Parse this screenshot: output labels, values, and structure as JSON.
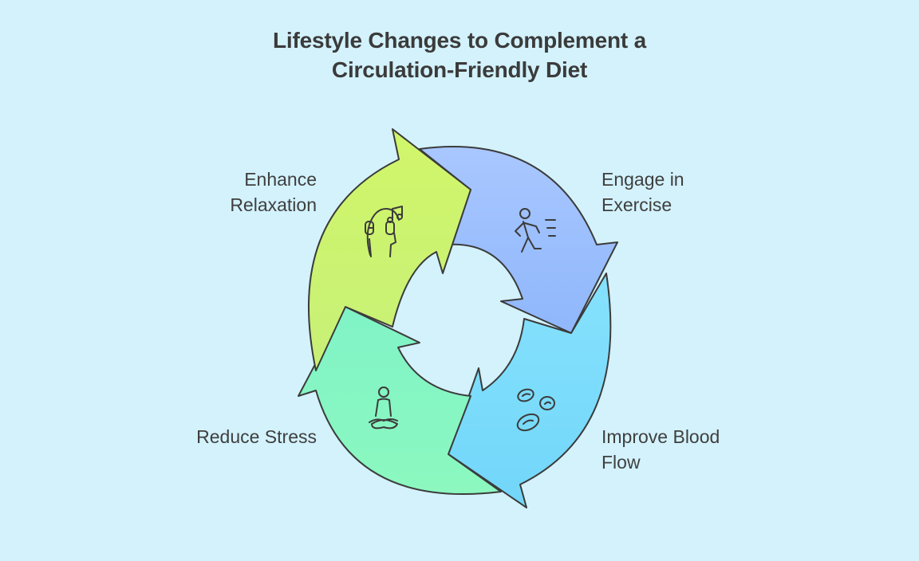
{
  "title": {
    "line1": "Lifestyle Changes to Complement a",
    "line2": "Circulation-Friendly Diet"
  },
  "steps": [
    {
      "line1": "Engage in",
      "line2": "Exercise",
      "icon": "running-person-icon",
      "color": "#9cc0ff"
    },
    {
      "line1": "Improve Blood",
      "line2": "Flow",
      "icon": "blood-cells-icon",
      "color": "#7fdcfb"
    },
    {
      "line1": "Reduce Stress",
      "line2": "",
      "icon": "meditation-icon",
      "color": "#86f7c3"
    },
    {
      "line1": "Enhance",
      "line2": "Relaxation",
      "icon": "headphones-music-icon",
      "color": "#d4f56f"
    }
  ],
  "colors": {
    "background": "#d3f2fc",
    "outline": "#3b3b3b"
  }
}
